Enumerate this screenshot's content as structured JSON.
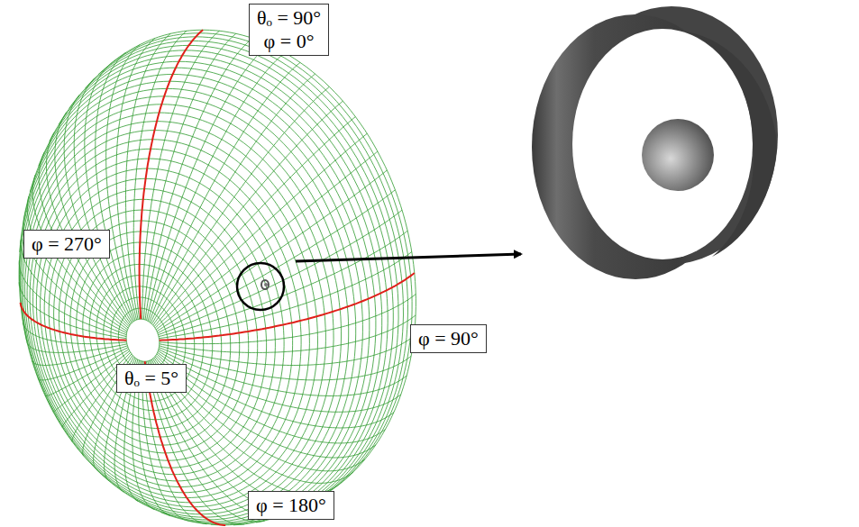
{
  "diagram": {
    "nodes": [
      {
        "text": [
          "θₒ = 90°",
          "φ = 0°"
        ]
      },
      {
        "text": [
          "φ = 270°"
        ]
      },
      {
        "text": [
          "θₒ = 5°"
        ]
      },
      {
        "text": [
          "φ = 90°"
        ]
      },
      {
        "text": [
          "φ = 180°"
        ]
      }
    ]
  }
}
